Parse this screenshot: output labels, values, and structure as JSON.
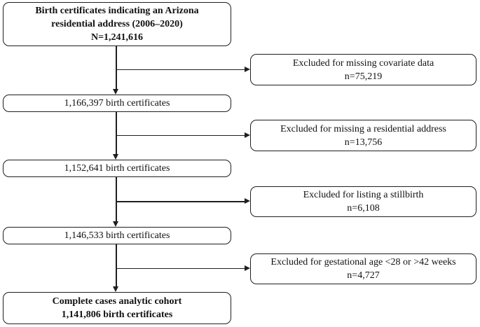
{
  "figure": {
    "background_color": "#ffffff",
    "line_color": "#1f1f1f",
    "text_color": "#111111"
  },
  "flow": {
    "initial": {
      "line1": "Birth certificates indicating an Arizona",
      "line2": "residential address (2006–2020)",
      "line3": "N=1,241,616"
    },
    "step1": {
      "label": "1,166,397 birth certificates"
    },
    "step2": {
      "label": "1,152,641 birth certificates"
    },
    "step3": {
      "label": "1,146,533 birth certificates"
    },
    "final": {
      "line1": "Complete cases analytic cohort",
      "line2": "1,141,806 birth certificates"
    },
    "exclusions": [
      {
        "reason": "Excluded for missing covariate data",
        "count": "n=75,219"
      },
      {
        "reason": "Excluded for missing a residential address",
        "count": "n=13,756"
      },
      {
        "reason": "Excluded for listing a stillbirth",
        "count": "n=6,108"
      },
      {
        "reason": "Excluded for gestational age <28 or >42 weeks",
        "count": "n=4,727"
      }
    ]
  }
}
